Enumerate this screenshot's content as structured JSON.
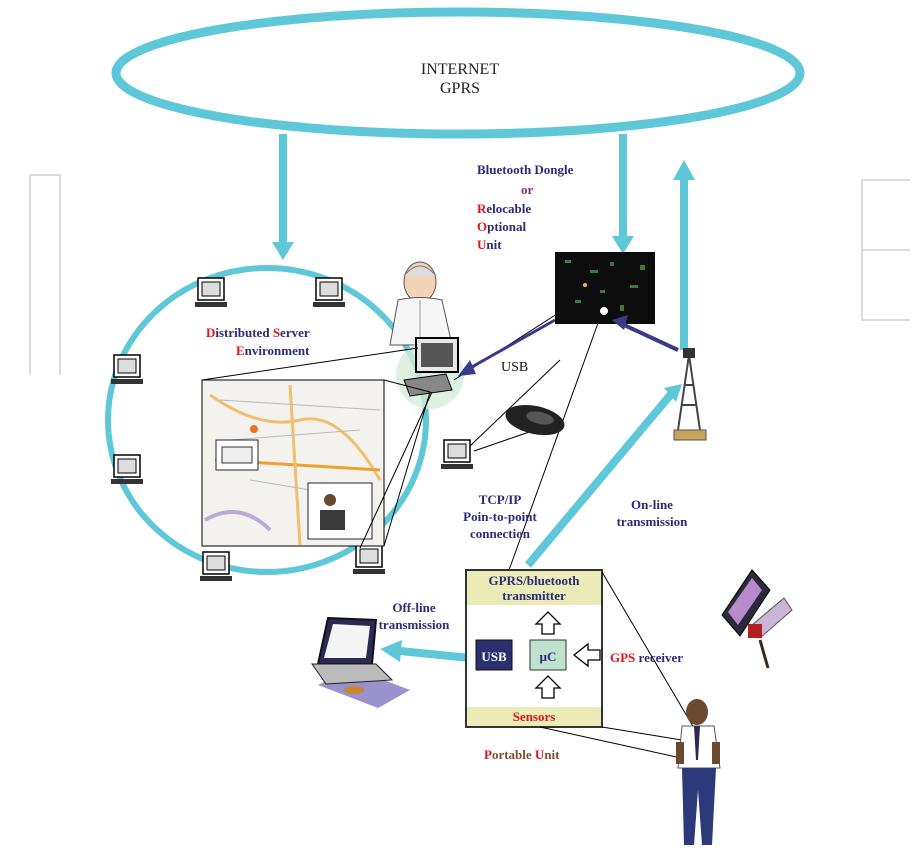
{
  "internet": {
    "line1": "INTERNET",
    "line2": "GPRS"
  },
  "dongle": {
    "line1": "Bluetooth Dongle",
    "line2": "or",
    "line3_first": "R",
    "line3_rest": "elocable",
    "line4_first": "O",
    "line4_rest": "ptional",
    "line5_first": "U",
    "line5_rest": "nit"
  },
  "server": {
    "line1_a_first": "D",
    "line1_a_rest": "istributed ",
    "line1_b_first": "S",
    "line1_b_rest": "erver",
    "line2_first": "E",
    "line2_rest": "nvironment"
  },
  "usb_link": "USB",
  "tcp": {
    "line1": "TCP/IP",
    "line2": "Poin-to-point",
    "line3": "connection"
  },
  "online": {
    "line1": "On-line",
    "line2": "transmission"
  },
  "offline": {
    "line1": "Off-line",
    "line2": "transmission"
  },
  "portable": {
    "transmitter_line1": "GPRS/bluetooth",
    "transmitter_line2": "transmitter",
    "usb": "USB",
    "mcu": "µC",
    "sensors": "Sensors",
    "caption_p": "P",
    "caption_a": "ortable ",
    "caption_u": "U",
    "caption_b": "nit"
  },
  "gps": {
    "first": "GPS",
    "rest": " receiver"
  },
  "colors": {
    "cyan_link": "#5fc8d8",
    "navy_text": "#2b2b7a",
    "red_initial": "#e0141e",
    "panel_fill": "#ebebb8",
    "usb_box": "#2b2f6e",
    "mcu_box": "#bfe2cf",
    "watermark": "#d6d6d6"
  },
  "icons": [
    "computer-icon",
    "doctor-icon",
    "map-icon",
    "dongle-icon",
    "antenna-tower-icon",
    "mouse-icon",
    "laptop-icon",
    "person-icon",
    "satellite-icon"
  ]
}
